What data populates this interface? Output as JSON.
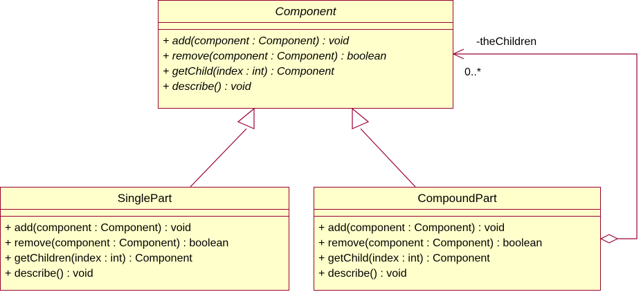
{
  "classes": {
    "component": {
      "name": "Component",
      "operations": [
        "+ add(component : Component) : void",
        "+ remove(component : Component) : boolean",
        "+ getChild(index : int) : Component",
        "+ describe() : void"
      ]
    },
    "single_part": {
      "name": "SinglePart",
      "operations": [
        "+ add(component : Component) : void",
        "+ remove(component : Component) : boolean",
        "+ getChildren(index : int) : Component",
        "+ describe() : void"
      ]
    },
    "compound_part": {
      "name": "CompoundPart",
      "operations": [
        "+ add(component : Component) : void",
        "+ remove(component : Component) : boolean",
        "+ getChild(index : int) : Component",
        "+ describe() : void"
      ]
    }
  },
  "association": {
    "role": "-theChildren",
    "multiplicity": "0..*"
  },
  "colors": {
    "class_fill": "#ffffcc",
    "line": "#990033"
  }
}
